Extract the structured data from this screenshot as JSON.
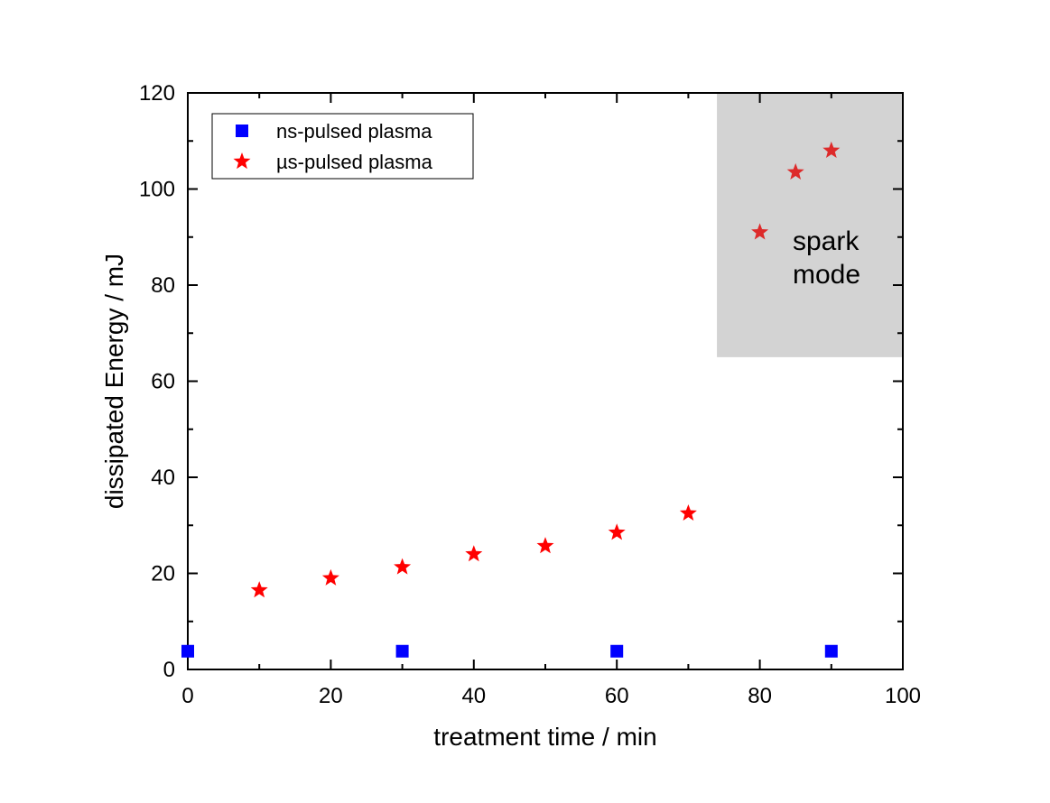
{
  "chart_data": {
    "type": "scatter",
    "xlabel": "treatment time / min",
    "ylabel": "dissipated Energy / mJ",
    "xlim": [
      0,
      100
    ],
    "ylim": [
      0,
      120
    ],
    "xticks": [
      "0",
      "20",
      "40",
      "60",
      "80",
      "100"
    ],
    "yticks": [
      "0",
      "20",
      "40",
      "60",
      "80",
      "100",
      "120"
    ],
    "grid": false,
    "legend_position": "top-left",
    "series": [
      {
        "name": "ns-pulsed plasma",
        "marker": "square",
        "color": "#0000ff",
        "x": [
          0,
          30,
          60,
          90
        ],
        "y": [
          3.8,
          3.8,
          3.8,
          3.8
        ]
      },
      {
        "name": "µs-pulsed plasma",
        "marker": "star",
        "color": "#ff0000",
        "x": [
          10,
          20,
          30,
          40,
          50,
          60,
          70,
          80,
          85,
          90
        ],
        "y": [
          16.5,
          19,
          21.3,
          24,
          25.7,
          28.5,
          32.5,
          91,
          103.5,
          108
        ]
      }
    ],
    "shaded_region": {
      "x": [
        74,
        100
      ],
      "y": [
        65,
        120
      ],
      "color": "#d3d3d3",
      "label_lines": [
        "spark",
        "mode"
      ]
    }
  }
}
